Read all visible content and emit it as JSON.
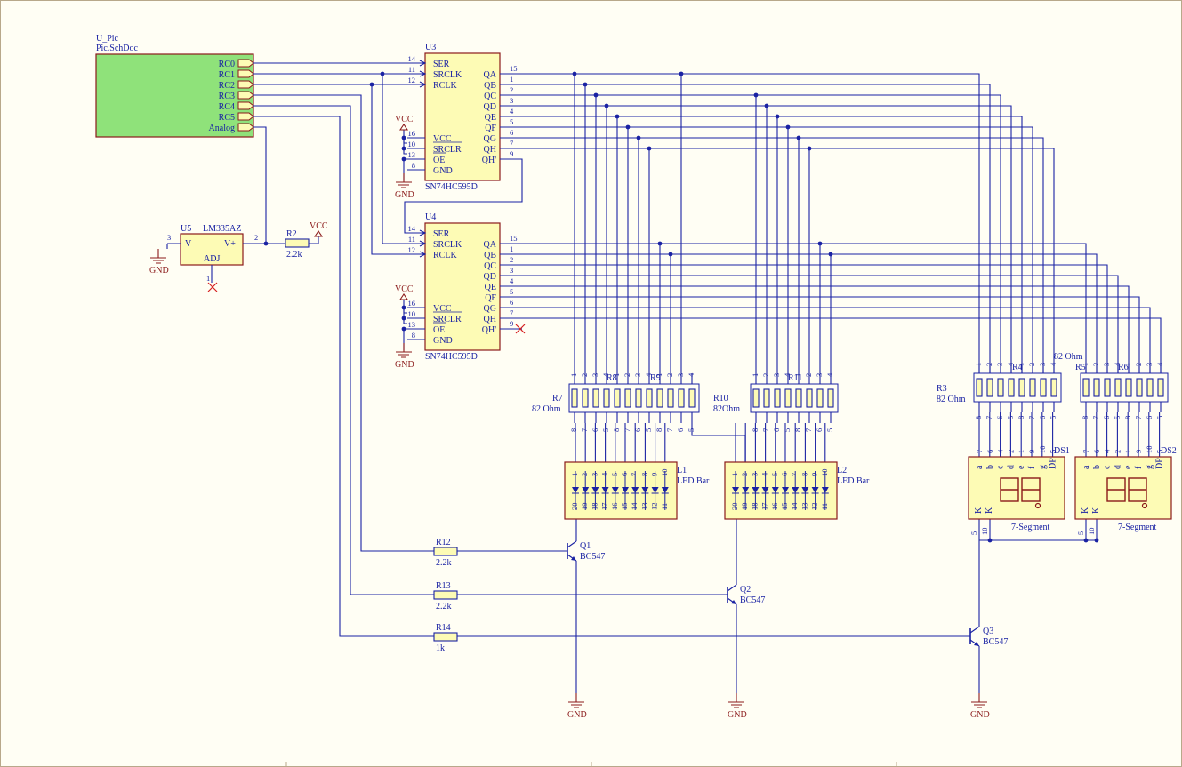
{
  "mcu": {
    "designator": "U_Pic",
    "file": "Pic.SchDoc",
    "ports": [
      "RC0",
      "RC1",
      "RC2",
      "RC3",
      "RC4",
      "RC5",
      "Analog"
    ]
  },
  "shift_registers": [
    {
      "designator": "U3",
      "part": "SN74HC595D",
      "left_pins": [
        {
          "num": "14",
          "name": "SER"
        },
        {
          "num": "11",
          "name": "SRCLK"
        },
        {
          "num": "12",
          "name": "RCLK"
        },
        {
          "num": "16",
          "name": "VCC"
        },
        {
          "num": "10",
          "name": "SRCLR"
        },
        {
          "num": "13",
          "name": "OE"
        },
        {
          "num": "8",
          "name": "GND"
        }
      ],
      "right_pins": [
        {
          "num": "15",
          "name": "QA"
        },
        {
          "num": "1",
          "name": "QB"
        },
        {
          "num": "2",
          "name": "QC"
        },
        {
          "num": "3",
          "name": "QD"
        },
        {
          "num": "4",
          "name": "QE"
        },
        {
          "num": "5",
          "name": "QF"
        },
        {
          "num": "6",
          "name": "QG"
        },
        {
          "num": "7",
          "name": "QH"
        },
        {
          "num": "9",
          "name": "QH'"
        }
      ]
    },
    {
      "designator": "U4",
      "part": "SN74HC595D",
      "left_pins": [
        {
          "num": "14",
          "name": "SER"
        },
        {
          "num": "11",
          "name": "SRCLK"
        },
        {
          "num": "12",
          "name": "RCLK"
        },
        {
          "num": "16",
          "name": "VCC"
        },
        {
          "num": "10",
          "name": "SRCLR"
        },
        {
          "num": "13",
          "name": "OE"
        },
        {
          "num": "8",
          "name": "GND"
        }
      ],
      "right_pins": [
        {
          "num": "15",
          "name": "QA"
        },
        {
          "num": "1",
          "name": "QB"
        },
        {
          "num": "2",
          "name": "QC"
        },
        {
          "num": "3",
          "name": "QD"
        },
        {
          "num": "4",
          "name": "QE"
        },
        {
          "num": "5",
          "name": "QF"
        },
        {
          "num": "6",
          "name": "QG"
        },
        {
          "num": "7",
          "name": "QH"
        },
        {
          "num": "9",
          "name": "QH'"
        }
      ]
    }
  ],
  "sensor": {
    "designator": "U5",
    "part": "LM335AZ",
    "vminus": "V-",
    "vplus": "V+",
    "adj": "ADJ",
    "pin_left": "3",
    "pin_right": "2",
    "pin_adj": "1"
  },
  "power": {
    "vcc": "VCC",
    "gnd": "GND"
  },
  "resistors": {
    "r2": {
      "des": "R2",
      "val": "2.2k"
    },
    "r12": {
      "des": "R12",
      "val": "2.2k"
    },
    "r13": {
      "des": "R13",
      "val": "2.2k"
    },
    "r14": {
      "des": "R14",
      "val": "1k"
    }
  },
  "arrays": {
    "r7": {
      "des": "R7",
      "val": "82 Ohm"
    },
    "r8": {
      "des": "R8"
    },
    "r9": {
      "des": "R9"
    },
    "r10": {
      "des": "R10",
      "val": "82Ohm"
    },
    "r11": {
      "des": "R11"
    },
    "r3": {
      "des": "R3",
      "val": "82 Ohm"
    },
    "r4": {
      "des": "R4",
      "val": "82 Ohm"
    },
    "r5": {
      "des": "R5"
    },
    "r6": {
      "des": "R6"
    }
  },
  "led_bars": [
    {
      "des": "L1",
      "part": "LED Bar"
    },
    {
      "des": "L2",
      "part": "LED Bar"
    }
  ],
  "transistors": [
    {
      "des": "Q1",
      "part": "BC547"
    },
    {
      "des": "Q2",
      "part": "BC547"
    },
    {
      "des": "Q3",
      "part": "BC547"
    }
  ],
  "displays": [
    {
      "des": "DS1",
      "part": "7-Segment",
      "pins_top": [
        "7",
        "6",
        "4",
        "2",
        "1",
        "9",
        "10",
        "5"
      ],
      "segs": [
        "a",
        "b",
        "c",
        "d",
        "e",
        "f",
        "g",
        "DP"
      ],
      "k_pins": [
        "5",
        "10"
      ]
    },
    {
      "des": "DS2",
      "part": "7-Segment",
      "pins_top": [
        "7",
        "6",
        "4",
        "2",
        "1",
        "9",
        "10",
        "5"
      ],
      "segs": [
        "a",
        "b",
        "c",
        "d",
        "e",
        "f",
        "g",
        "DP"
      ],
      "k_pins": [
        "5",
        "10"
      ]
    }
  ],
  "array_pins": {
    "top": [
      "1",
      "2",
      "3",
      "4"
    ],
    "bottom": [
      "8",
      "7",
      "6",
      "5"
    ]
  },
  "led_pins": {
    "top": [
      "1",
      "2",
      "3",
      "4",
      "5",
      "6",
      "7",
      "8",
      "9",
      "10"
    ],
    "bottom": [
      "20",
      "19",
      "18",
      "17",
      "16",
      "15",
      "14",
      "13",
      "12",
      "11"
    ]
  }
}
